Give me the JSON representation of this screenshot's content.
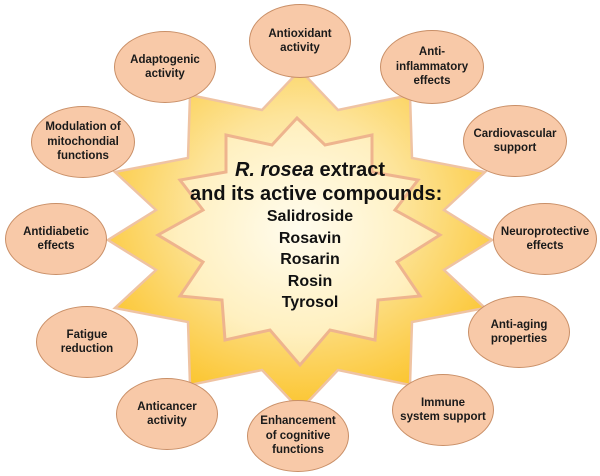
{
  "diagram": {
    "center": {
      "title_italic": "R. rosea",
      "title_rest": " extract",
      "subtitle": "and its active compounds:",
      "compounds": [
        "Salidroside",
        "Rosavin",
        "Rosarin",
        "Rosin",
        "Tyrosol"
      ]
    },
    "effects": [
      {
        "label": "Antioxidant\nactivity"
      },
      {
        "label": "Anti-\ninflammatory\neffects"
      },
      {
        "label": "Cardiovascular\nsupport"
      },
      {
        "label": "Neuroprotective\neffects"
      },
      {
        "label": "Anti-aging\nproperties"
      },
      {
        "label": "Immune\nsystem support"
      },
      {
        "label": "Enhancement\nof cognitive\nfunctions"
      },
      {
        "label": "Anticancer\nactivity"
      },
      {
        "label": "Fatigue\nreduction"
      },
      {
        "label": "Antidiabetic\neffects"
      },
      {
        "label": "Modulation of\nmitochondial\nfunctions"
      },
      {
        "label": "Adaptogenic\nactivity"
      }
    ],
    "colors": {
      "node_fill": "#f8c9a8",
      "node_border": "#c98f67",
      "star_outer": "#fcc93a",
      "star_inner": "#fff3c8",
      "star_stroke": "#eeb48e"
    }
  }
}
